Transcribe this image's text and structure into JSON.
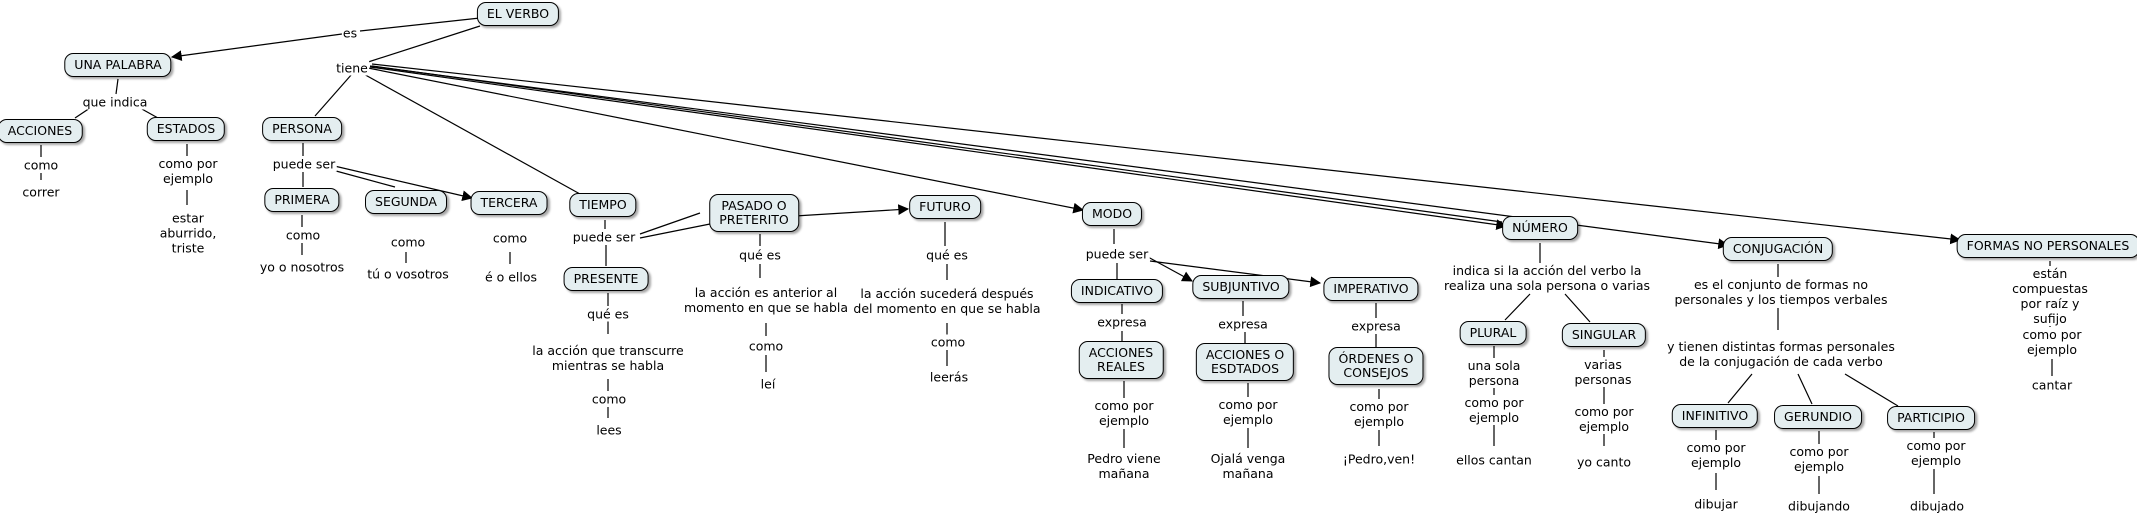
{
  "nodes": {
    "verbo": "EL VERBO",
    "palabra": "UNA PALABRA",
    "acciones": "ACCIONES",
    "estados": "ESTADOS",
    "persona": "PERSONA",
    "primera": "PRIMERA",
    "segunda": "SEGUNDA",
    "tercera": "TERCERA",
    "tiempo": "TIEMPO",
    "presente": "PRESENTE",
    "pasado": "PASADO O\nPRETERITO",
    "futuro": "FUTURO",
    "modo": "MODO",
    "indicativo": "INDICATIVO",
    "subjuntivo": "SUBJUNTIVO",
    "imperativo": "IMPERATIVO",
    "acciones_reales": "ACCIONES\nREALES",
    "acciones_esdtados": "ACCIONES O\nESDTADOS",
    "ordenes": "ÓRDENES O\nCONSEJOS",
    "numero": "NÚMERO",
    "plural": "PLURAL",
    "singular": "SINGULAR",
    "conjugacion": "CONJUGACIÓN",
    "infinitivo": "INFINITIVO",
    "gerundio": "GERUNDIO",
    "participio": "PARTICIPIO",
    "formas_no_personales": "FORMAS NO PERSONALES"
  },
  "labels": {
    "es": "es",
    "tiene": "tiene",
    "que_indica": "que indica",
    "como_acciones": "como",
    "correr": "correr",
    "como_por_ejemplo_estados": "como por\nejemplo",
    "estar": "estar\naburrido,\ntriste",
    "puede_ser_persona": "puede ser",
    "como_primera": "como",
    "yo": "yo o nosotros",
    "como_segunda": "como",
    "tu": "tú o vosotros",
    "como_tercera": "como",
    "el": "é o ellos",
    "puede_ser_tiempo": "puede ser",
    "que_es_presente": "qué es",
    "def_presente": "la acción que transcurre\nmientras se habla",
    "como_presente": "como",
    "lees": "lees",
    "que_es_pasado": "qué es",
    "def_pasado": "la acción es anterior al\nmomento en que se habla",
    "como_pasado": "como",
    "lei": "leí",
    "que_es_futuro": "qué es",
    "def_futuro": "la acción sucederá después\ndel momento en que se habla",
    "como_futuro": "como",
    "leeras": "leerás",
    "puede_ser_modo": "puede ser",
    "expresa_indicativo": "expresa",
    "expresa_subjuntivo": "expresa",
    "expresa_imperativo": "expresa",
    "ejemplo_indicativo": "como por\nejemplo",
    "pedro": "Pedro viene\nmañana",
    "ejemplo_subjuntivo": "como por\nejemplo",
    "ojala": "Ojalá venga\nmañana",
    "ejemplo_imperativo": "como por\nejemplo",
    "pedro_ven": "¡Pedro,ven!",
    "def_numero": "indica si la acción del verbo la\nrealiza una sola persona o varias",
    "una_sola": "una sola\npersona",
    "varias": "varias\npersonas",
    "ejemplo_plural": "como por\nejemplo",
    "ellos_cantan": "ellos cantan",
    "ejemplo_singular": "como por\nejemplo",
    "yo_canto": "yo canto",
    "def_conjugacion": "es el conjunto de formas no\npersonales y los tiempos verbales",
    "def_conjugacion2": "y tienen distintas formas personales\nde la conjugación de cada verbo",
    "ejemplo_infinitivo": "como por\nejemplo",
    "dibujar": "dibujar",
    "ejemplo_gerundio": "como por\nejemplo",
    "dibujando": "dibujando",
    "ejemplo_participio": "como por\nejemplo",
    "dibujado": "dibujado",
    "def_fnp": "están compuestas\npor raíz y sufijo",
    "ejemplo_fnp": "como por\nejemplo",
    "cantar": "cantar"
  },
  "colors": {
    "node_fill": "#e4eef0",
    "line": "#000000"
  }
}
